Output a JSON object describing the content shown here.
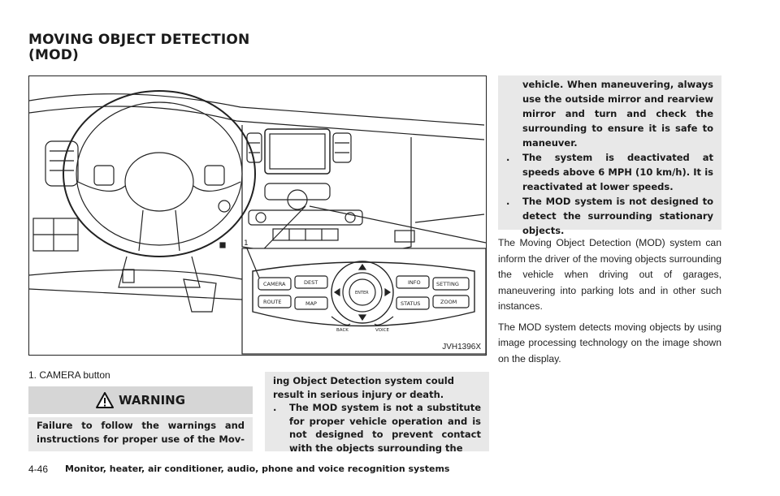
{
  "section": {
    "title_line1": "MOVING OBJECT DETECTION",
    "title_line2": "(MOD)"
  },
  "figure": {
    "code": "JVH1396X",
    "callout_number": "1",
    "buttons": {
      "camera": "CAMERA",
      "dest": "DEST",
      "route": "ROUTE",
      "map": "MAP",
      "back": "BACK",
      "voice": "VOICE",
      "info": "INFO",
      "status": "STATUS",
      "setting": "SETTING",
      "enter": "ENTER",
      "zoom": "ZOOM"
    }
  },
  "caption": "1.  CAMERA button",
  "warning": {
    "label": "WARNING",
    "text_left": "Failure to follow the warnings and instructions for proper use of the Mov-",
    "text_mid_intro": "ing Object Detection system could result in serious injury or death.",
    "bullet_mark": ".",
    "bullet1": "The MOD system is not a substitute for proper vehicle operation and is not designed to prevent contact with the objects surrounding the",
    "right_cont": "vehicle. When maneuvering, always use the outside mirror and rearview mirror and turn and check the surrounding to ensure it is safe to maneuver.",
    "bullet2": "The system is deactivated at speeds above 6 MPH (10 km/h). It is reactivated at lower speeds.",
    "bullet3": "The MOD system is not designed to detect the surrounding stationary objects."
  },
  "body": {
    "para1": "The Moving Object Detection (MOD) system can inform the driver of the moving objects surrounding the vehicle when driving out of garages, maneuvering into parking lots and in other such instances.",
    "para2": "The MOD system detects moving objects by using image processing technology on the image shown on the display."
  },
  "footer": {
    "page": "4-46",
    "title": "Monitor, heater, air conditioner, audio, phone and voice recognition systems"
  }
}
